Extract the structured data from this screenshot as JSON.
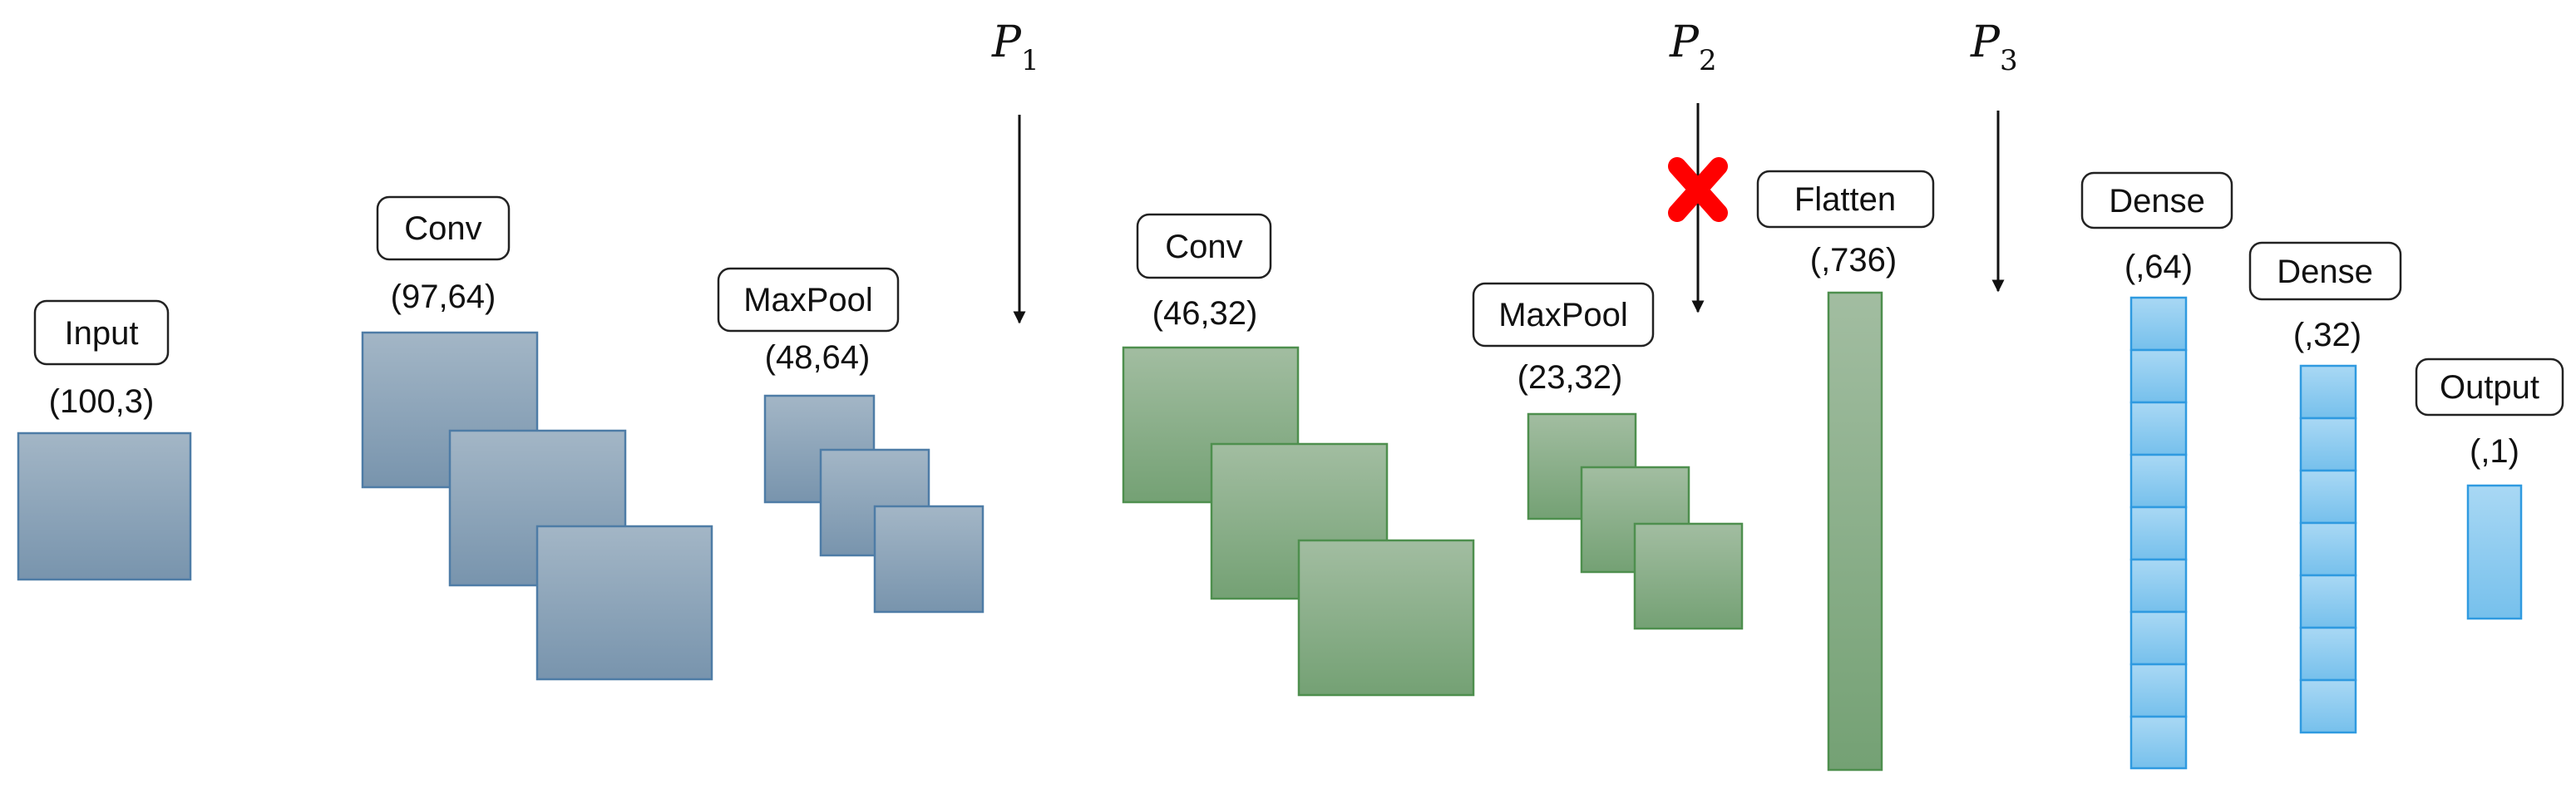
{
  "colors": {
    "blue_block": "#8aa3b8",
    "green_block": "#86a985",
    "sky_block": "#8ccbef",
    "cross": "#ff0000"
  },
  "layers": [
    {
      "name": "Input",
      "shape": "(100,3)"
    },
    {
      "name": "Conv",
      "shape": "(97,64)"
    },
    {
      "name": "MaxPool",
      "shape": "(48,64)"
    },
    {
      "name": "Conv",
      "shape": "(46,32)"
    },
    {
      "name": "MaxPool",
      "shape": "(23,32)"
    },
    {
      "name": "Flatten",
      "shape": "(,736)"
    },
    {
      "name": "Dense",
      "shape": "(,64)"
    },
    {
      "name": "Dense",
      "shape": "(,32)"
    },
    {
      "name": "Output",
      "shape": "(,1)"
    }
  ],
  "probes": [
    {
      "letter": "P",
      "sub": "1"
    },
    {
      "letter": "P",
      "sub": "2",
      "blocked": true
    },
    {
      "letter": "P",
      "sub": "3"
    }
  ]
}
